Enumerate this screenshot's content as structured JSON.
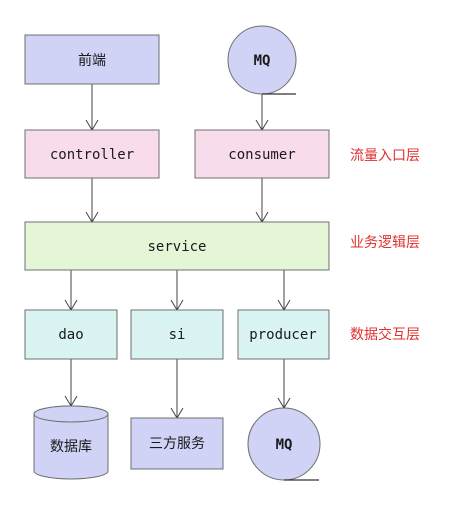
{
  "colors": {
    "frontend": "#d0d2f6",
    "entry": "#f9dcec",
    "service": "#e4f6d6",
    "interaction": "#d9f4f2",
    "storage": "#d0d2f6",
    "layer_label": "#e0302f",
    "stroke": "#6f6f6f"
  },
  "nodes": {
    "frontend": "前端",
    "mq_top": "MQ",
    "controller": "controller",
    "consumer": "consumer",
    "service": "service",
    "dao": "dao",
    "si": "si",
    "producer": "producer",
    "database": "数据库",
    "third_party": "三方服务",
    "mq_bottom": "MQ"
  },
  "layers": {
    "entry": "流量入口层",
    "business": "业务逻辑层",
    "interaction": "数据交互层"
  },
  "edges": [
    {
      "from": "frontend",
      "to": "controller"
    },
    {
      "from": "mq_top",
      "to": "consumer"
    },
    {
      "from": "controller",
      "to": "service"
    },
    {
      "from": "consumer",
      "to": "service"
    },
    {
      "from": "service",
      "to": "dao"
    },
    {
      "from": "service",
      "to": "si"
    },
    {
      "from": "service",
      "to": "producer"
    },
    {
      "from": "dao",
      "to": "database"
    },
    {
      "from": "si",
      "to": "third_party"
    },
    {
      "from": "producer",
      "to": "mq_bottom"
    }
  ]
}
